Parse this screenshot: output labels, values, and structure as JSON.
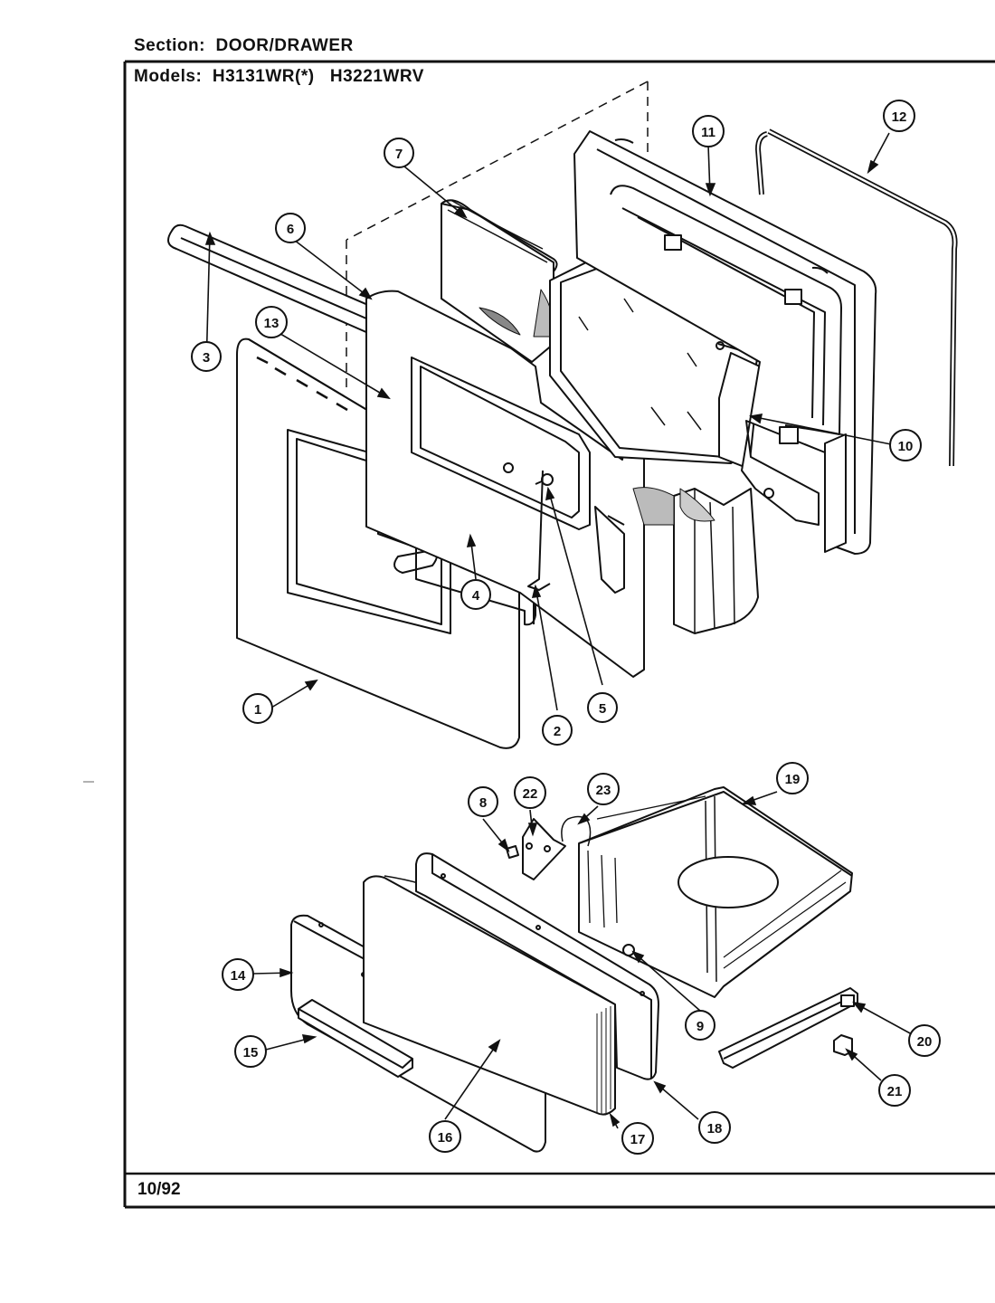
{
  "header": {
    "section_label": "Section:",
    "section_value": "DOOR/DRAWER",
    "models_label": "Models:",
    "model_1": "H3131WR(*)",
    "model_2": "H3221WRV"
  },
  "footer": {
    "date": "10/92"
  },
  "callouts": [
    "1",
    "2",
    "3",
    "4",
    "5",
    "6",
    "7",
    "8",
    "9",
    "10",
    "11",
    "12",
    "13",
    "14",
    "15",
    "16",
    "17",
    "18",
    "19",
    "20",
    "21",
    "22",
    "23"
  ]
}
